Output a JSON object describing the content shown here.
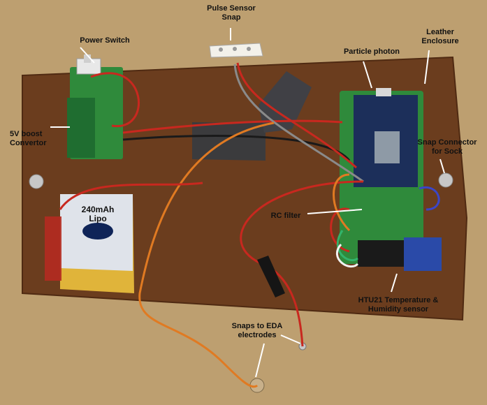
{
  "labels": {
    "pulse_sensor_line1": "Pulse Sensor",
    "pulse_sensor_line2": "Snap",
    "power_switch": "Power Switch",
    "leather_line1": "Leather",
    "leather_line2": "Enclosure",
    "particle_photon": "Particle photon",
    "boost_line1": "5V boost",
    "boost_line2": "Convertor",
    "snap_connector_line1": "Snap Connector",
    "snap_connector_line2": "for Sock",
    "lipo_line1": "240mAh",
    "lipo_line2": "Lipo",
    "rc_filter": "RC filter",
    "htu21_line1": "HTU21 Temperature &",
    "htu21_line2": "Humidity sensor",
    "snaps_eda_line1": "Snaps to EDA",
    "snaps_eda_line2": "electrodes"
  },
  "colors": {
    "background": "#b89a6a",
    "leather": "#6b3d1e",
    "pcb_green": "#2f8a3b",
    "wire_red": "#c8281f",
    "wire_orange": "#e07a22",
    "wire_black": "#1a1a1a",
    "battery_gold": "#e0b43a"
  }
}
